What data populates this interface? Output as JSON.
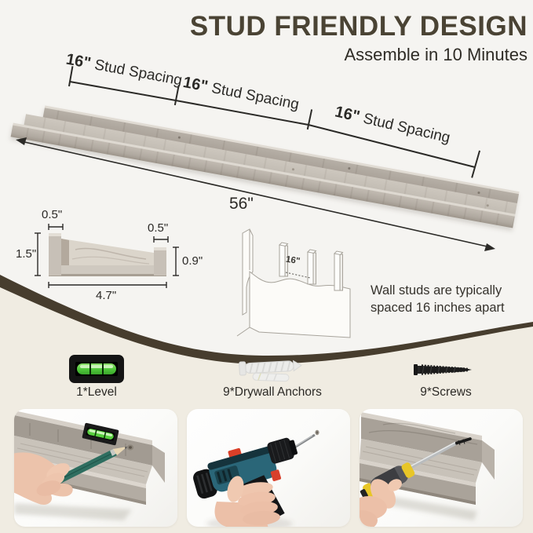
{
  "header": {
    "title": "STUD FRIENDLY DESIGN",
    "subtitle": "Assemble in 10 Minutes"
  },
  "stud_spacing": {
    "segments": [
      {
        "num": "16\"",
        "label": "Stud Spacing"
      },
      {
        "num": "16\"",
        "label": "Stud Spacing"
      },
      {
        "num": "16\"",
        "label": "Stud Spacing"
      }
    ]
  },
  "shelf": {
    "length_label": "56\""
  },
  "cross_section": {
    "lip_left": "0.5\"",
    "lip_right": "0.5\"",
    "height_left": "1.5\"",
    "height_right": "0.9\"",
    "depth": "4.7\""
  },
  "stud_diagram": {
    "spacing_label": "16\"",
    "note_line1": "Wall studs are typically",
    "note_line2": "spaced 16 inches apart"
  },
  "hardware": {
    "level_label": "1*Level",
    "anchors_label": "9*Drywall Anchors",
    "screws_label": "9*Screws",
    "icons": [
      "level-icon",
      "drywall-anchor-icon",
      "screw-icon"
    ]
  },
  "colors": {
    "accent_brown": "#473d2e",
    "cream_band": "#f0ece2",
    "title_brown": "#4a4334",
    "wood_gray": "#c1bab1",
    "level_green": "#4fc53a",
    "drill_teal": "#2a6678",
    "handle_yellow": "#e8c627"
  }
}
